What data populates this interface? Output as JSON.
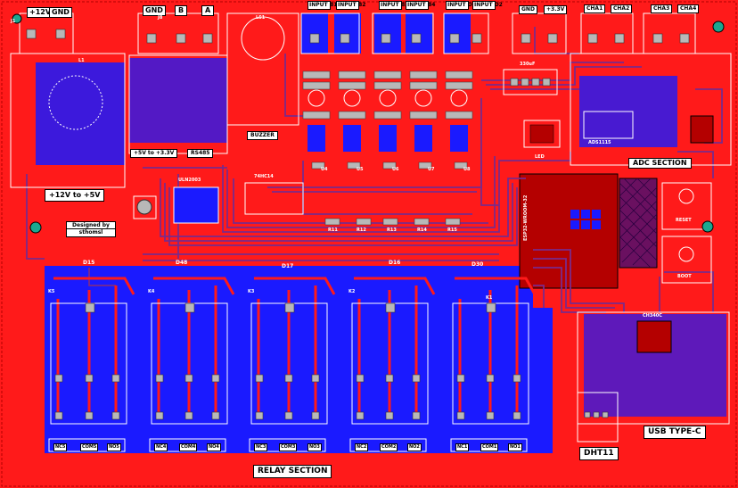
{
  "board": {
    "background_color": "#ff1a1a",
    "top_layer_color": "#1a1aff",
    "trace_color": "#7a2a8a",
    "silk_color": "#ffffff",
    "pad_color": "#b8b8b8"
  },
  "section_titles": {
    "relay_section": "RELAY SECTION",
    "adc_section": "ADC SECTION",
    "usb_type_c": "USB TYPE-C",
    "dht11": "DHT11",
    "buzzer": "BUZZER",
    "vreg_12_5": "+12V to +5V",
    "vreg_5_33": "+5V to +3.3V",
    "rs485": "RS485",
    "designed_by": "Designed by",
    "designer": "sthomsl"
  },
  "connectors": {
    "p12v": "+12V",
    "gnd1": "GND",
    "gnd2": "GND",
    "b": "B",
    "a": "A",
    "input_b1": "INPUT B1",
    "input_b2": "INPUT B2",
    "input_b3": "INPUT B3",
    "input_b4": "INPUT B4",
    "input_d1": "INPUT D1",
    "input_d2": "INPUT D2",
    "gnd3": "GND",
    "p33v": "+3.3V",
    "cha1": "CHA1",
    "cha2": "CHA2",
    "cha3": "CHA3",
    "cha4": "CHA4"
  },
  "relay_terminals": [
    {
      "nc": "NC5",
      "com": "COM5",
      "no": "NO5"
    },
    {
      "nc": "NC4",
      "com": "COM4",
      "no": "NO4"
    },
    {
      "nc": "NC3",
      "com": "COM3",
      "no": "NO3"
    },
    {
      "nc": "NC2",
      "com": "COM2",
      "no": "NO2"
    },
    {
      "nc": "NC1",
      "com": "COM1",
      "no": "NO1"
    }
  ],
  "relay_diodes": [
    "D15",
    "D48",
    "D17",
    "D16",
    "D30"
  ],
  "relay_refs": [
    "K5",
    "K4",
    "K3",
    "K2",
    "K1"
  ],
  "component_labels": {
    "uln": "ULN2003",
    "p4": "74HC14",
    "led": "LED",
    "reset": "RESET",
    "boot": "BOOT",
    "ch340": "CH340C",
    "l1": "L1",
    "ls1": "LS1",
    "j8": "J8",
    "j1": "J1",
    "u4": "U4",
    "u5": "U5",
    "u6": "U6",
    "u7": "U7",
    "u8": "U8",
    "r11": "R11",
    "r12": "R12",
    "r13": "R13",
    "r14": "R14",
    "r15": "R15",
    "esp": "ESP32-WROOM-32",
    "adc_chip": "ADS1115",
    "cap_text": "330uF"
  }
}
